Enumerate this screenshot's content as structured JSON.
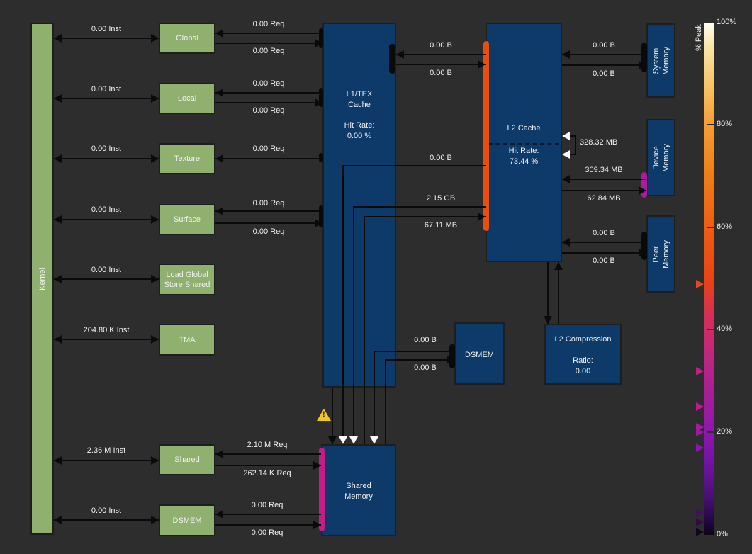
{
  "nodes": {
    "kernel": "Kernel",
    "global": "Global",
    "local": "Local",
    "texture": "Texture",
    "surface": "Surface",
    "lgss": "Load Global Store Shared",
    "tma": "TMA",
    "shared": "Shared",
    "dsmem": "DSMEM",
    "l1": {
      "title": "L1/TEX Cache",
      "hit_label": "Hit Rate:",
      "hit_value": "0.00 %"
    },
    "l2": {
      "title": "L2 Cache",
      "hit_label": "Hit Rate:",
      "hit_value": "73.44 %"
    },
    "smem": "Shared Memory",
    "dsmem_unit": "DSMEM",
    "l2comp": {
      "title": "L2 Compression",
      "ratio_label": "Ratio:",
      "ratio_value": "0.00"
    },
    "sysmem": "System Memory",
    "devmem": "Device Memory",
    "peermem": "Peer Memory"
  },
  "edges": {
    "k_global": "0.00 Inst",
    "k_local": "0.00 Inst",
    "k_texture": "0.00 Inst",
    "k_surface": "0.00 Inst",
    "k_lgss": "0.00 Inst",
    "k_tma": "204.80 K Inst",
    "k_shared": "2.36 M Inst",
    "k_dsmem": "0.00 Inst",
    "global_in": "0.00 Req",
    "global_out": "0.00 Req",
    "local_in": "0.00 Req",
    "local_out": "0.00 Req",
    "texture_in": "0.00 Req",
    "surface_in": "0.00 Req",
    "surface_out": "0.00 Req",
    "shared_in": "2.10 M Req",
    "shared_out": "262.14 K Req",
    "dsmem_in": "0.00 Req",
    "dsmem_out": "0.00 Req",
    "l1_l2_in": "0.00 B",
    "l1_l2_out": "0.00 B",
    "l2_smem_b": "0.00 B",
    "l2_smem_load": "2.15 GB",
    "smem_l2_store": "67.11 MB",
    "dsmem_smem": "0.00 B",
    "smem_dsmem": "0.00 B",
    "l2_fabric": "328.32 MB",
    "sys_in": "0.00 B",
    "sys_out": "0.00 B",
    "dev_in": "309.34 MB",
    "dev_out": "62.84 MB",
    "peer_in": "0.00 B",
    "peer_out": "0.00 B"
  },
  "colorbar": {
    "title": "% Peak",
    "ticks": [
      "100%",
      "80%",
      "60%",
      "40%",
      "20%",
      "0%"
    ],
    "markers": [
      {
        "pct": 49,
        "color": "#e34a1b"
      },
      {
        "pct": 32,
        "color": "#c11f84"
      },
      {
        "pct": 25,
        "color": "#c3188e"
      },
      {
        "pct": 21,
        "color": "#a81b9e"
      },
      {
        "pct": 20,
        "color": "#9e18a8"
      },
      {
        "pct": 17,
        "color": "#8d15b2"
      },
      {
        "pct": 4.3,
        "color": "#41105e"
      },
      {
        "pct": 2.5,
        "color": "#300b4b"
      },
      {
        "pct": 0.6,
        "color": "#150524"
      }
    ]
  },
  "colors": {
    "background": "#2d2d2d",
    "node_green": "#8fb06f",
    "node_blue": "#0d3a69",
    "line": "#0a0a0a",
    "port_orange": "#e94e0e",
    "port_magenta": "#c41d87",
    "port_purple": "#ad1a9d",
    "warning_yellow": "#f2c71b",
    "label_text": "#f2f2f2"
  }
}
